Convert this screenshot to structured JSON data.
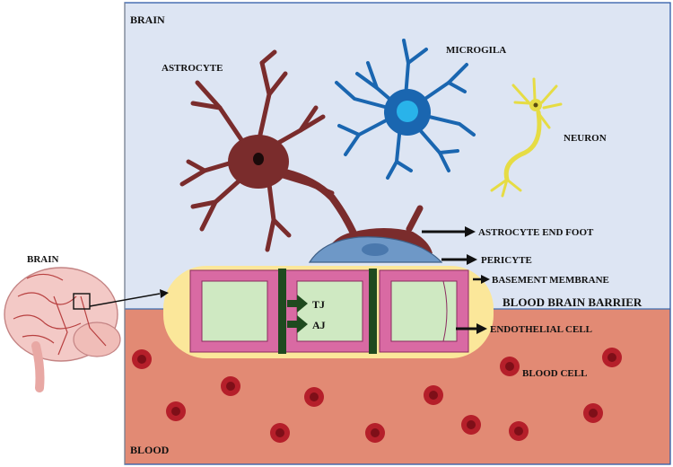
{
  "colors": {
    "brain_region": "#dde5f3",
    "blood_region": "#e28a74",
    "barrier_band": "#fbe79a",
    "endothelial_fill": "#cfe9c2",
    "junction_brick": "#d96aa3",
    "junction_dark": "#1f4a1f",
    "astrocyte": "#7a2c2c",
    "microglia": "#1a66b0",
    "neuron": "#e6dc44",
    "pericyte": "#6e98c7",
    "red_cell": "#b51f2a",
    "arrow": "#111111"
  },
  "icons": {
    "brain": "brain-icon",
    "astrocyte": "astrocyte-cell-icon",
    "microglia": "microglia-cell-icon",
    "neuron": "neuron-cell-icon",
    "pericyte": "pericyte-cell-icon",
    "blood_cell": "red-blood-cell-icon"
  },
  "labels": {
    "outside_brain": "BRAIN",
    "region_brain": "BRAIN",
    "region_blood": "BLOOD",
    "astrocyte": "ASTROCYTE",
    "microglia": "MICROGILA",
    "neuron": "NEURON",
    "astrocyte_end_foot": "ASTROCYTE END FOOT",
    "pericyte": "PERICYTE",
    "basement_membrane": "BASEMENT MEMBRANE",
    "blood_brain_barrier": "BLOOD BRAIN BARRIER",
    "endothelial_cell": "ENDOTHELIAL CELL",
    "blood_cell": "BLOOD CELL",
    "tight_junction": "TJ",
    "adherens_junction": "AJ"
  }
}
